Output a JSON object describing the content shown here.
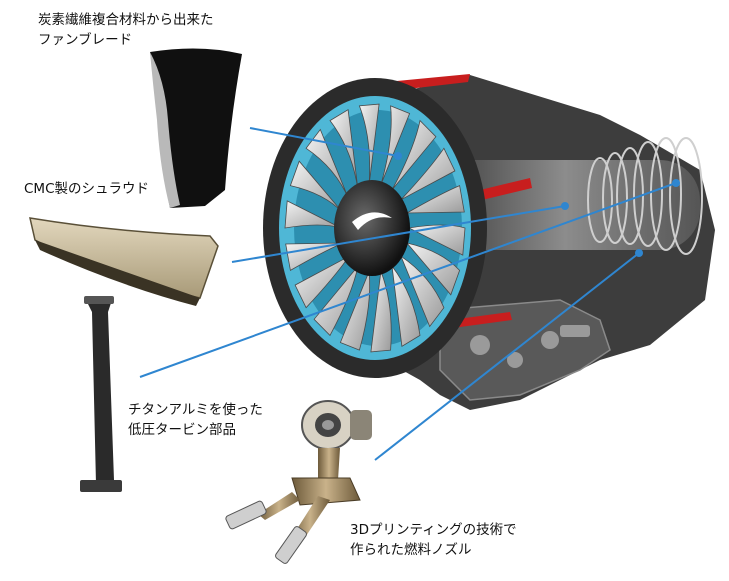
{
  "labels": {
    "fan_blade": {
      "line1": "炭素繊維複合材料から出来た",
      "line2": "ファンブレード"
    },
    "cmc_shroud": {
      "line1": "CMC製のシュラウド"
    },
    "lpt": {
      "line1": "チタンアルミを使った",
      "line2": "低圧タービン部品"
    },
    "fuel_nozzle": {
      "line1": "3Dプリンティングの技術で",
      "line2": "作られた燃料ノズル"
    }
  },
  "colors": {
    "leader_line": "#2f86d0",
    "fan_disk": "#4fb7d6",
    "accent_red": "#c81e1e",
    "metal_dark": "#2b2b2b"
  }
}
